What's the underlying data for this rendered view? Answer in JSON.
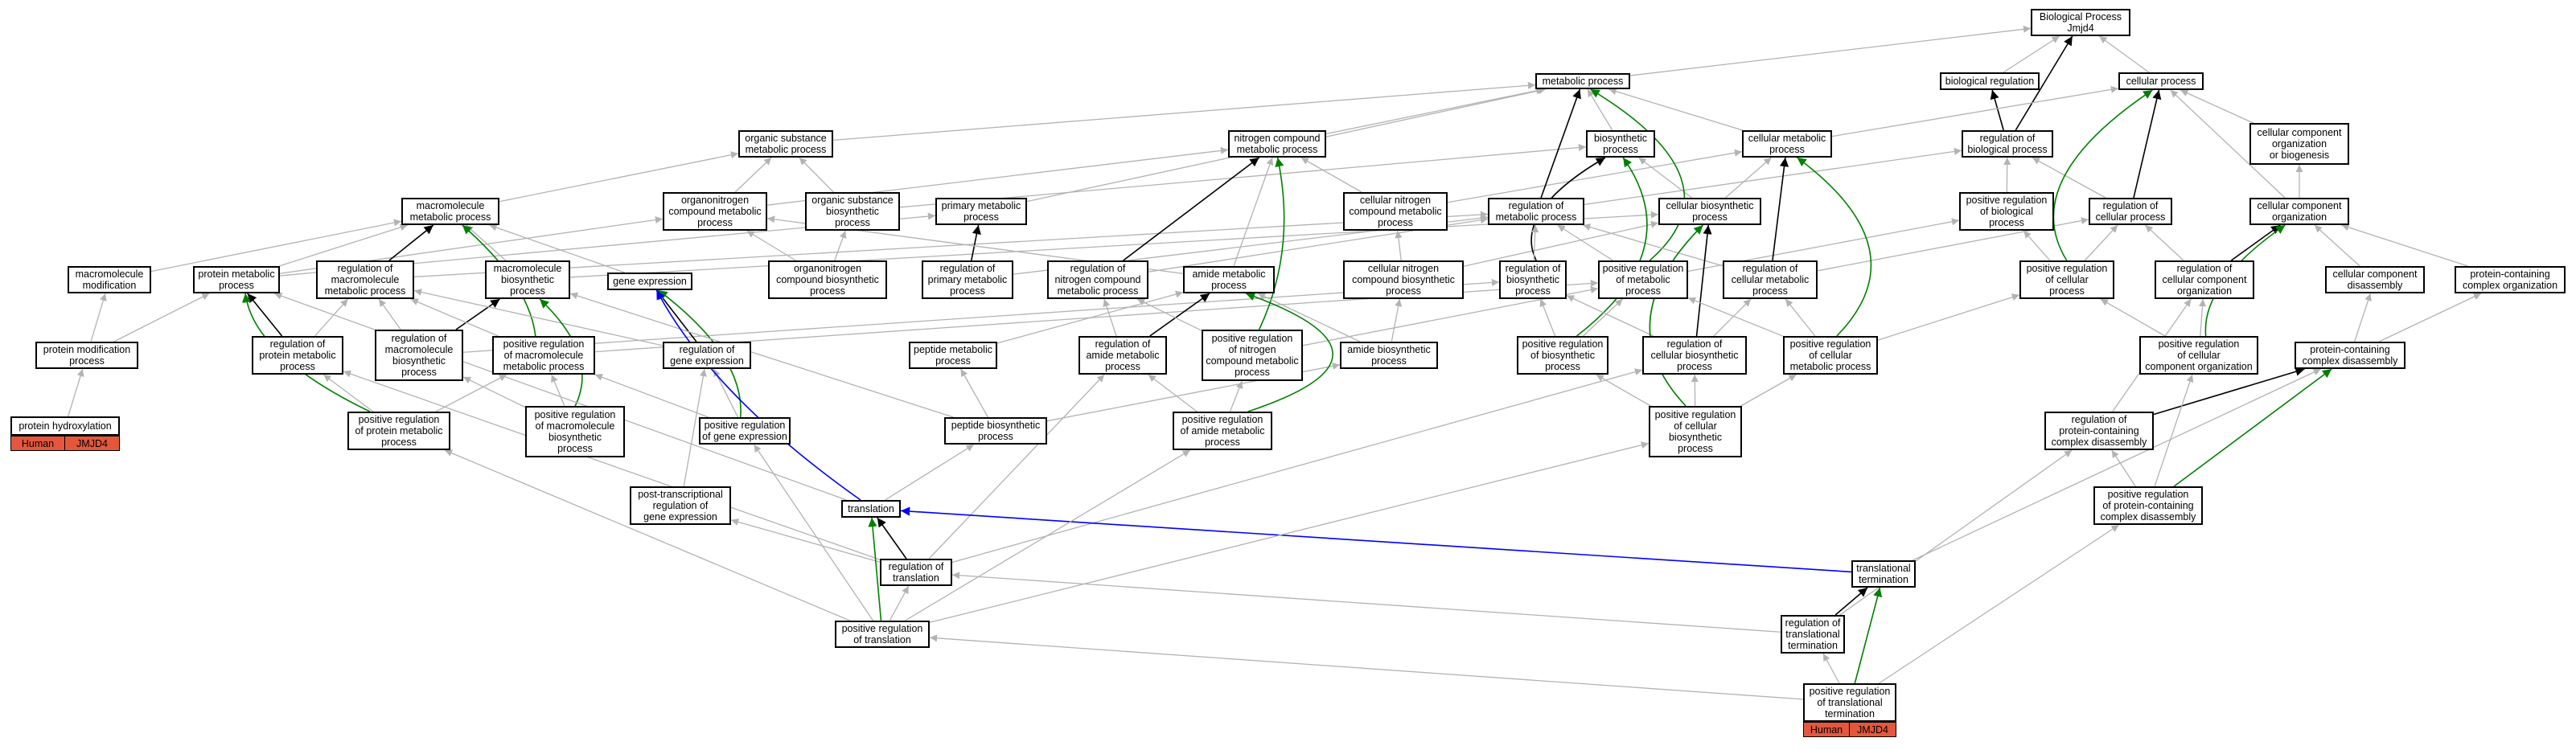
{
  "graph": {
    "nodes": {
      "bp": "Biological Process\nJmjd4",
      "metab": "metabolic process",
      "bioreg": "biological regulation",
      "cellproc": "cellular process",
      "osmp": "organic substance\nmetabolic process",
      "ncmp": "nitrogen compound\nmetabolic process",
      "biosyn": "biosynthetic\nprocess",
      "cellmet": "cellular metabolic\nprocess",
      "regbio": "regulation of\nbiological process",
      "ccob": "cellular component\norganization\nor biogenesis",
      "macmet": "macromolecule\nmetabolic process",
      "onmp": "organonitrogen\ncompound metabolic\nprocess",
      "osbp": "organic substance\nbiosynthetic\nprocess",
      "primet": "primary metabolic\nprocess",
      "cncmp": "cellular nitrogen\ncompound metabolic\nprocess",
      "regmet": "regulation of\nmetabolic process",
      "cellbio": "cellular biosynthetic\nprocess",
      "posregbio": "positive regulation\nof biological\nprocess",
      "regcell": "regulation of\ncellular process",
      "cco": "cellular component\norganization",
      "macmod": "macromolecule\nmodification",
      "protmet": "protein metabolic\nprocess",
      "regmacmet": "regulation of\nmacromolecule\nmetabolic process",
      "macbio": "macromolecule\nbiosynthetic\nprocess",
      "geneexp": "gene expression",
      "onbp": "organonitrogen\ncompound biosynthetic\nprocess",
      "regprimet": "regulation of\nprimary metabolic\nprocess",
      "regncmp": "regulation of\nnitrogen compound\nmetabolic process",
      "amidemet": "amide metabolic\nprocess",
      "cncbp": "cellular nitrogen\ncompound biosynthetic\nprocess",
      "regbiosyn": "regulation of\nbiosynthetic\nprocess",
      "posregmet": "positive regulation\nof metabolic\nprocess",
      "regcellmet": "regulation of\ncellular metabolic\nprocess",
      "posregcell": "positive regulation\nof cellular\nprocess",
      "regcco": "regulation of\ncellular component\norganization",
      "ccdis": "cellular component\ndisassembly",
      "pccorg": "protein-containing\ncomplex organization",
      "protmod": "protein modification\nprocess",
      "regprotmet": "regulation of\nprotein metabolic\nprocess",
      "regmacbio": "regulation of\nmacromolecule\nbiosynthetic\nprocess",
      "posregmacmet": "positive regulation\nof macromolecule\nmetabolic process",
      "reggeneexp": "regulation of\ngene expression",
      "peptmet": "peptide metabolic\nprocess",
      "regamidemet": "regulation of\namide metabolic\nprocess",
      "posregncmp": "positive regulation\nof nitrogen\ncompound metabolic\nprocess",
      "amidebio": "amide biosynthetic\nprocess",
      "posregbiosyn": "positive regulation\nof biosynthetic\nprocess",
      "regcellbio": "regulation of\ncellular biosynthetic\nprocess",
      "posregcellmet": "positive regulation\nof cellular\nmetabolic process",
      "posregcco": "positive regulation\nof cellular\ncomponent organization",
      "pcdis": "protein-containing\ncomplex disassembly",
      "prothyd": "protein hydroxylation",
      "posregprotmet": "positive regulation\nof protein metabolic\nprocess",
      "posregmacbio": "positive regulation\nof macromolecule\nbiosynthetic\nprocess",
      "posreggeneexp": "positive regulation\nof gene expression",
      "peptbio": "peptide biosynthetic\nprocess",
      "posregamidemet": "positive regulation\nof amide metabolic\nprocess",
      "posregcellbio": "positive regulation\nof cellular\nbiosynthetic\nprocess",
      "regpcdis": "regulation of\nprotein-containing\ncomplex disassembly",
      "ptreg": "post-transcriptional\nregulation of\ngene expression",
      "translation": "translation",
      "posregpcdis": "positive regulation\nof protein-containing\ncomplex disassembly",
      "regtrans": "regulation of\ntranslation",
      "transterm": "translational\ntermination",
      "posregtrans": "positive regulation\nof translation",
      "regtransterm": "regulation of\ntranslational\ntermination",
      "posregtransterm": "positive regulation\nof translational\ntermination"
    },
    "annotations": [
      {
        "node": "prothyd",
        "species": "Human",
        "gene": "JMJD4"
      },
      {
        "node": "posregtransterm",
        "species": "Human",
        "gene": "JMJD4"
      }
    ]
  },
  "colors": {
    "edge_is_a": "#b3b3b3",
    "edge_part_of": "#000000",
    "edge_regulates": "#008000",
    "edge_positively_regulates": "#0000ff",
    "annotation_fill": "#e5573c"
  }
}
